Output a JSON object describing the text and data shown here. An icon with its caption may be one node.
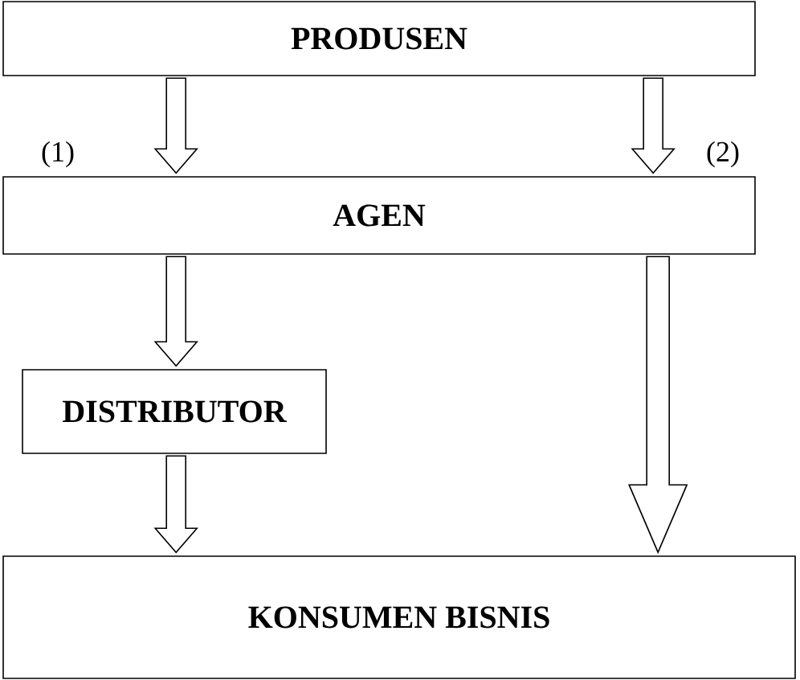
{
  "diagram": {
    "nodes": [
      {
        "text": [
          "PRODUSEN"
        ]
      },
      {
        "text": [
          "AGEN"
        ]
      },
      {
        "text": [
          "DISTRIBUTOR"
        ]
      },
      {
        "text": [
          "KONSUMEN BISNIS"
        ]
      }
    ],
    "edges": [
      {
        "from": 0,
        "to": 1,
        "arrow": "to",
        "label": "(1)"
      },
      {
        "from": 0,
        "to": 1,
        "arrow": "to",
        "label": "(2)"
      },
      {
        "from": 1,
        "to": 2,
        "arrow": "to"
      },
      {
        "from": 1,
        "to": 3,
        "arrow": "to"
      },
      {
        "from": 2,
        "to": 3,
        "arrow": "to"
      }
    ]
  }
}
